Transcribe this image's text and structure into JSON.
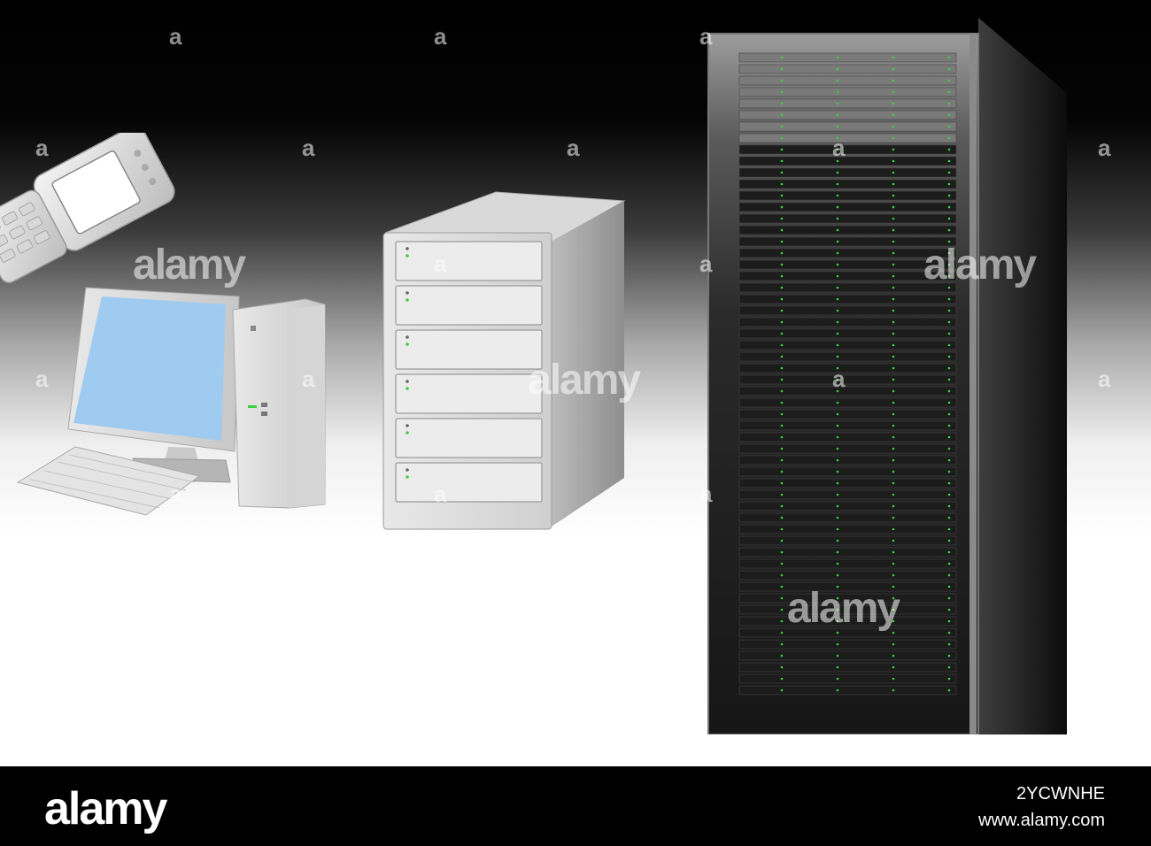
{
  "watermark": {
    "letter": "a",
    "word": "alamy"
  },
  "footer": {
    "logo": "alamy",
    "image_id": "2YCWNHE",
    "url": "www.alamy.com"
  },
  "icons": {
    "phone": "flip-phone-icon",
    "pc": "desktop-computer-icon",
    "tower": "server-tower-icon",
    "rack": "server-rack-icon"
  },
  "colors": {
    "screen": "#9fcbf0",
    "led": "#3cd040",
    "rack_body": "#151515"
  }
}
